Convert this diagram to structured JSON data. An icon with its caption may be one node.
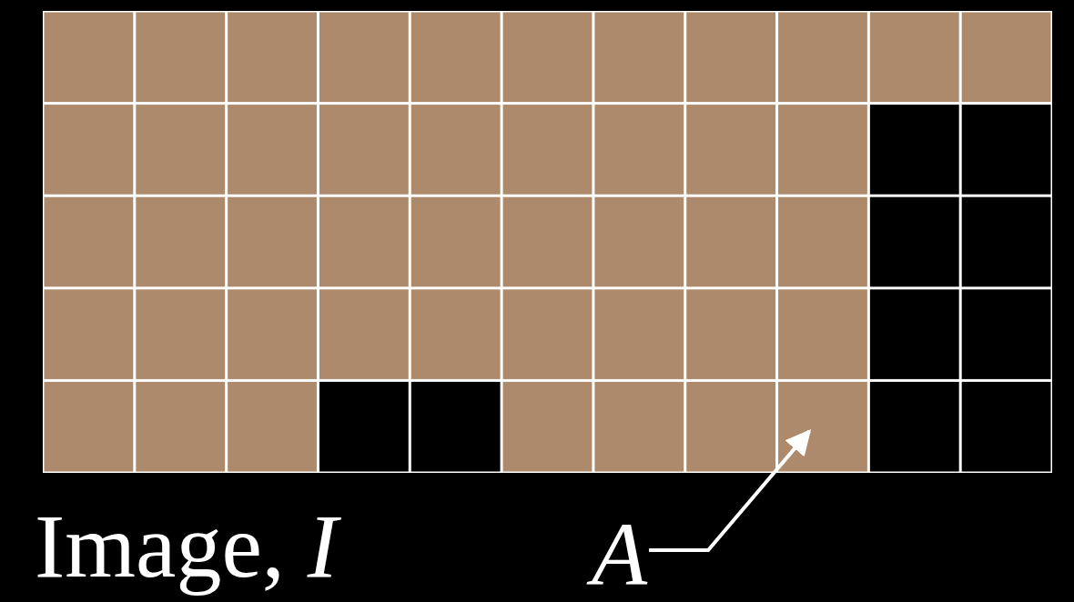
{
  "diagram": {
    "nodes": [
      {
        "text": [
          "A"
        ]
      },
      {
        "text": [],
        "shape": "box"
      }
    ],
    "edges": [
      {
        "from": 0,
        "to": 1,
        "arrow": "to"
      }
    ],
    "labels": [
      "Image, *I*"
    ]
  }
}
